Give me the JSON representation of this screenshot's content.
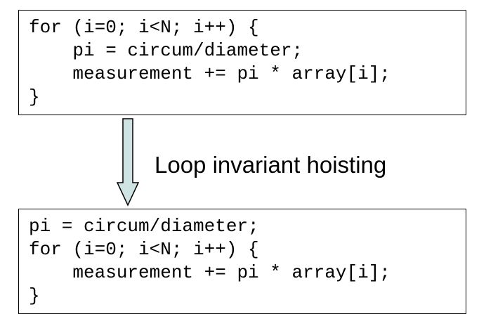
{
  "before": {
    "lines": [
      "for (i=0; i<N; i++) {",
      "    pi = circum/diameter;",
      "    measurement += pi * array[i];",
      "}"
    ]
  },
  "transformation": {
    "label": "Loop invariant hoisting"
  },
  "after": {
    "lines": [
      "pi = circum/diameter;",
      "for (i=0; i<N; i++) {",
      "    measurement += pi * array[i];",
      "}"
    ]
  },
  "colors": {
    "arrow_fill": "#cfe3e3",
    "arrow_stroke": "#000000"
  }
}
